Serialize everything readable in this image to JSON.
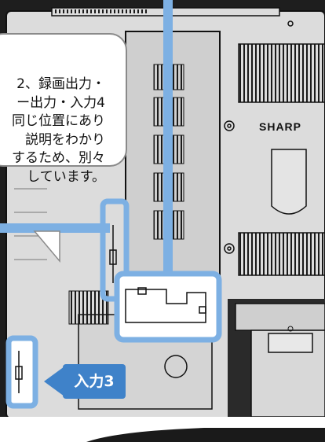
{
  "callout": {
    "lines": [
      "2、録画出力・",
      "ー出力・入力4",
      "同じ位置にあり",
      "説明をわかり",
      "するため、別々",
      "しています。"
    ]
  },
  "brand_label": "SHARP",
  "input_tag": "入力3",
  "colors": {
    "highlight": "#7db0e3",
    "tag": "#3f82c9",
    "panel": "#dcdcdc",
    "outline": "#1a1a1a"
  }
}
